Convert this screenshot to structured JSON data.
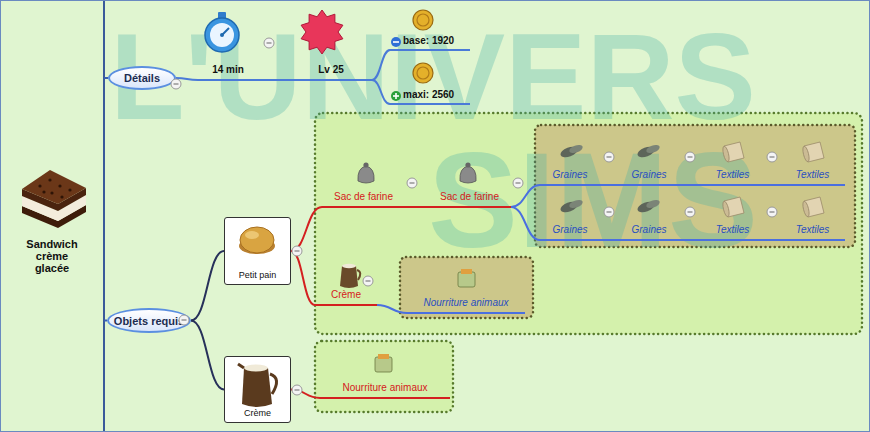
{
  "diagram": {
    "nodes": [
      {
        "text": [
          "Sandwich crème glacée"
        ]
      },
      {
        "text": [
          "Détails"
        ]
      },
      {
        "text": [
          "14 min"
        ]
      },
      {
        "text": [
          "Lv 25"
        ]
      },
      {
        "text": [
          "base: 1920"
        ]
      },
      {
        "text": [
          "maxi: 2560"
        ]
      },
      {
        "text": [
          "Objets requis"
        ]
      },
      {
        "text": [
          "Petit pain"
        ]
      },
      {
        "text": [
          "Sac de farine"
        ]
      },
      {
        "text": [
          "Sac de farine"
        ]
      },
      {
        "text": [
          "Graines"
        ]
      },
      {
        "text": [
          "Graines"
        ]
      },
      {
        "text": [
          "Textiles"
        ]
      },
      {
        "text": [
          "Textiles"
        ]
      },
      {
        "text": [
          "Graines"
        ]
      },
      {
        "text": [
          "Graines"
        ]
      },
      {
        "text": [
          "Textiles"
        ]
      },
      {
        "text": [
          "Textiles"
        ]
      },
      {
        "text": [
          "Crème"
        ]
      },
      {
        "text": [
          "Nourriture animaux"
        ]
      },
      {
        "text": [
          "Crème"
        ]
      },
      {
        "text": [
          "Nourriture animaux"
        ]
      }
    ],
    "edges": [
      {
        "from": 0,
        "to": 1,
        "arrow": "none"
      },
      {
        "from": 1,
        "to": 2,
        "arrow": "none"
      },
      {
        "from": 2,
        "to": 3,
        "arrow": "none"
      },
      {
        "from": 3,
        "to": 4,
        "arrow": "none"
      },
      {
        "from": 3,
        "to": 5,
        "arrow": "none"
      },
      {
        "from": 0,
        "to": 6,
        "arrow": "none"
      },
      {
        "from": 6,
        "to": 7,
        "arrow": "none"
      },
      {
        "from": 7,
        "to": 8,
        "arrow": "none"
      },
      {
        "from": 8,
        "to": 9,
        "arrow": "none"
      },
      {
        "from": 9,
        "to": 10,
        "arrow": "none"
      },
      {
        "from": 10,
        "to": 11,
        "arrow": "none"
      },
      {
        "from": 11,
        "to": 12,
        "arrow": "none"
      },
      {
        "from": 12,
        "to": 13,
        "arrow": "none"
      },
      {
        "from": 9,
        "to": 14,
        "arrow": "none"
      },
      {
        "from": 14,
        "to": 15,
        "arrow": "none"
      },
      {
        "from": 15,
        "to": 16,
        "arrow": "none"
      },
      {
        "from": 16,
        "to": 17,
        "arrow": "none"
      },
      {
        "from": 7,
        "to": 18,
        "arrow": "none"
      },
      {
        "from": 18,
        "to": 19,
        "arrow": "none"
      },
      {
        "from": 6,
        "to": 20,
        "arrow": "none"
      },
      {
        "from": 20,
        "to": 21,
        "arrow": "none"
      }
    ],
    "labels": [
      "L'UNIVERS",
      "SIMS"
    ]
  }
}
